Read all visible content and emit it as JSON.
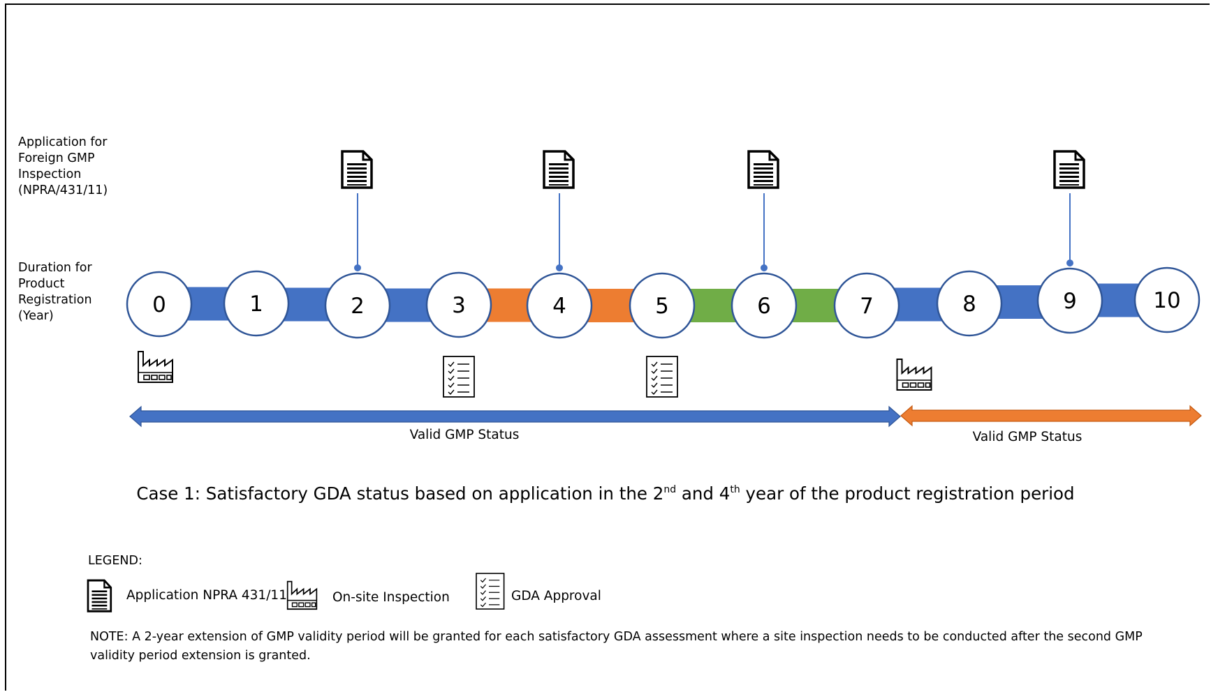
{
  "row_labels": {
    "application": "Application for Foreign GMP Inspection (NPRA/431/11)",
    "duration": "Duration for Product Registration (Year)"
  },
  "years": [
    "0",
    "1",
    "2",
    "3",
    "4",
    "5",
    "6",
    "7",
    "8",
    "9",
    "10"
  ],
  "segment_colors": [
    "#4472C4",
    "#4472C4",
    "#4472C4",
    "#ED7D31",
    "#ED7D31",
    "#70AD47",
    "#70AD47",
    "#4472C4",
    "#4472C4",
    "#4472C4"
  ],
  "colors": {
    "blue": "#4472C4",
    "orange": "#ED7D31",
    "green": "#70AD47",
    "circle_border": "#2F5597",
    "stem": "#4472C4"
  },
  "application_years": [
    "2",
    "4",
    "6",
    "9"
  ],
  "inspection_years": [
    "0",
    "7.5"
  ],
  "gda_years": [
    "3",
    "5"
  ],
  "validity": [
    {
      "label": "Valid GMP Status",
      "from": "0",
      "to": "7.5",
      "color": "#4472C4"
    },
    {
      "label": "Valid GMP Status",
      "from": "7.5",
      "to": "10",
      "color": "#ED7D31"
    }
  ],
  "caption": {
    "part1": "Case 1: Satisfactory GDA status based on application in the 2",
    "sup1": "nd",
    "part2": " and 4",
    "sup2": "th",
    "part3": " year of the product registration period"
  },
  "legend": {
    "title": "LEGEND:",
    "application": {
      "label": "Application NPRA 431/11",
      "icon": "document-icon"
    },
    "inspection": {
      "label": "On-site Inspection",
      "icon": "factory-icon"
    },
    "gda": {
      "label": "GDA Approval",
      "icon": "checklist-icon"
    }
  },
  "note": "NOTE: A 2-year extension of GMP validity period will be granted for each satisfactory GDA assessment where a site inspection needs to be conducted after the second GMP validity period extension is granted."
}
